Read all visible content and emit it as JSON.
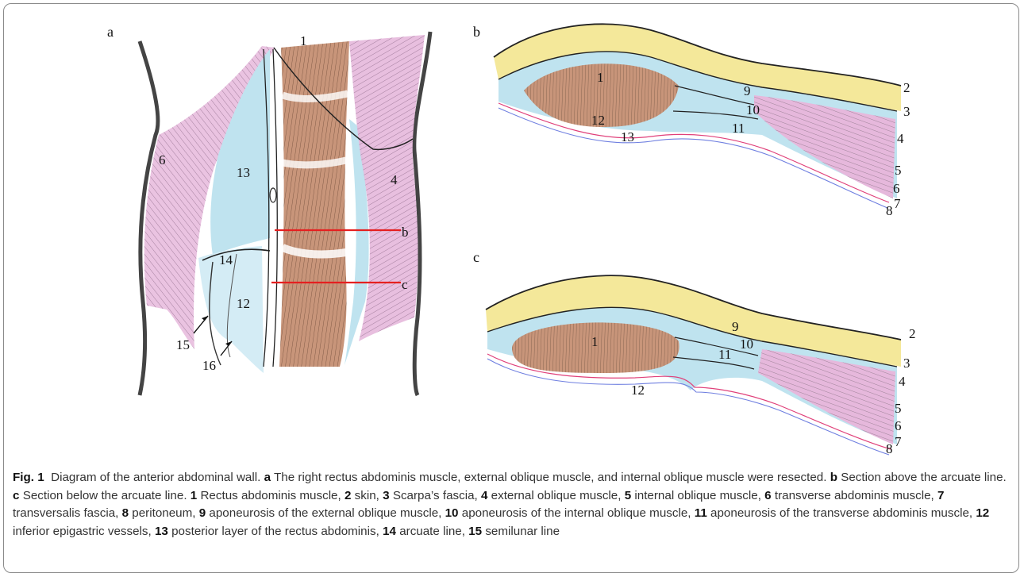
{
  "figure": {
    "panel_labels": {
      "a": "a",
      "b": "b",
      "c": "c"
    },
    "panel_a_labels": [
      "1",
      "4",
      "6",
      "13",
      "14",
      "12",
      "15",
      "16"
    ],
    "panel_a_section_marks": {
      "b": "b",
      "c": "c"
    },
    "panel_b_labels": [
      "1",
      "12",
      "13",
      "9",
      "10",
      "11",
      "2",
      "3",
      "4",
      "5",
      "6",
      "7",
      "8"
    ],
    "panel_c_labels": [
      "1",
      "12",
      "9",
      "10",
      "11",
      "2",
      "3",
      "4",
      "5",
      "6",
      "7",
      "8"
    ],
    "colors": {
      "skin_fat": "#f4e89a",
      "fascia": "#bfe3ef",
      "muscle_brown": "#c8957a",
      "muscle_pink": "#e6b8dc",
      "section_line": "#e52020",
      "peritoneum_line": "#e0407a",
      "transversalis_line": "#6f7fe0"
    }
  },
  "caption": {
    "fig": "Fig. 1",
    "title": "Diagram of the anterior abdominal wall.",
    "items": [
      {
        "key": "a",
        "text": "The right rectus abdominis muscle, external oblique muscle, and internal oblique muscle were resected."
      },
      {
        "key": "b",
        "text": "Section above the arcuate line."
      },
      {
        "key": "c",
        "text": "Section below the arcuate line."
      },
      {
        "key": "1",
        "text": "Rectus abdominis muscle,"
      },
      {
        "key": "2",
        "text": "skin,"
      },
      {
        "key": "3",
        "text": "Scarpa’s fascia,"
      },
      {
        "key": "4",
        "text": "external oblique muscle,"
      },
      {
        "key": "5",
        "text": "internal oblique muscle,"
      },
      {
        "key": "6",
        "text": "transverse abdominis muscle,"
      },
      {
        "key": "7",
        "text": "transversalis fascia,"
      },
      {
        "key": "8",
        "text": "peritoneum,"
      },
      {
        "key": "9",
        "text": "aponeurosis of the external oblique muscle,"
      },
      {
        "key": "10",
        "text": "aponeurosis of the internal oblique muscle,"
      },
      {
        "key": "11",
        "text": "aponeurosis of the transverse abdominis muscle,"
      },
      {
        "key": "12",
        "text": "inferior epigastric vessels,"
      },
      {
        "key": "13",
        "text": "posterior layer of the rectus abdominis,"
      },
      {
        "key": "14",
        "text": "arcuate line,"
      },
      {
        "key": "15",
        "text": "semilunar line"
      }
    ]
  }
}
